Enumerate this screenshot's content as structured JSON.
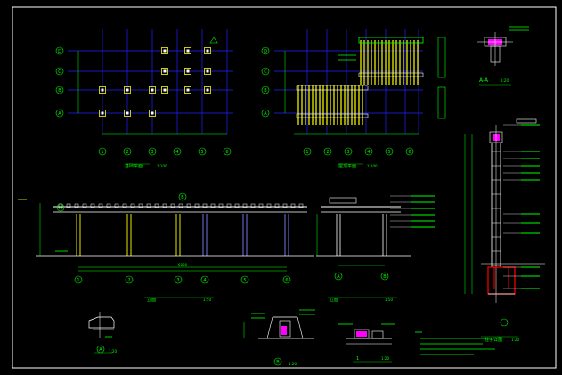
{
  "colors": {
    "background": "#000000",
    "frame": "#ffffff",
    "grid": "#2020ff",
    "axis_bubble": "#00ff00",
    "dimension": "#00ff00",
    "column": "#ffff00",
    "column_alt": "#8080ff",
    "section_fill": "#ff00ff",
    "footing": "#ff0000",
    "text": "#00ff00",
    "line_white": "#ffffff"
  },
  "views": {
    "plan_foundation": {
      "title": "基础平面",
      "scale": "1:100",
      "row_axes": [
        "D",
        "C",
        "B",
        "A"
      ],
      "col_axes": [
        "1",
        "2",
        "3",
        "4",
        "5",
        "6"
      ]
    },
    "plan_roof": {
      "title": "屋顶平面",
      "scale": "1:100",
      "row_axes": [
        "D",
        "C",
        "B",
        "A"
      ],
      "col_axes": [
        "1",
        "2",
        "3",
        "4",
        "5",
        "6"
      ]
    },
    "section_aa": {
      "title": "A-A",
      "scale": "1:20"
    },
    "elevation_main": {
      "title": "立面",
      "scale": "1:50",
      "col_axes": [
        "1",
        "2",
        "3",
        "4",
        "5",
        "6"
      ],
      "dim_total": "6000"
    },
    "elevation_side": {
      "title": "立面",
      "scale": "1:50",
      "col_axes": [
        "A",
        "B"
      ]
    },
    "column_detail": {
      "title": "柱子详图",
      "scale": "1:20"
    },
    "detail_a": {
      "title": "A",
      "scale": "1:20"
    },
    "detail_b": {
      "title": "B",
      "scale": "1:20"
    },
    "detail_1": {
      "title": "1",
      "scale": "1:20"
    }
  }
}
